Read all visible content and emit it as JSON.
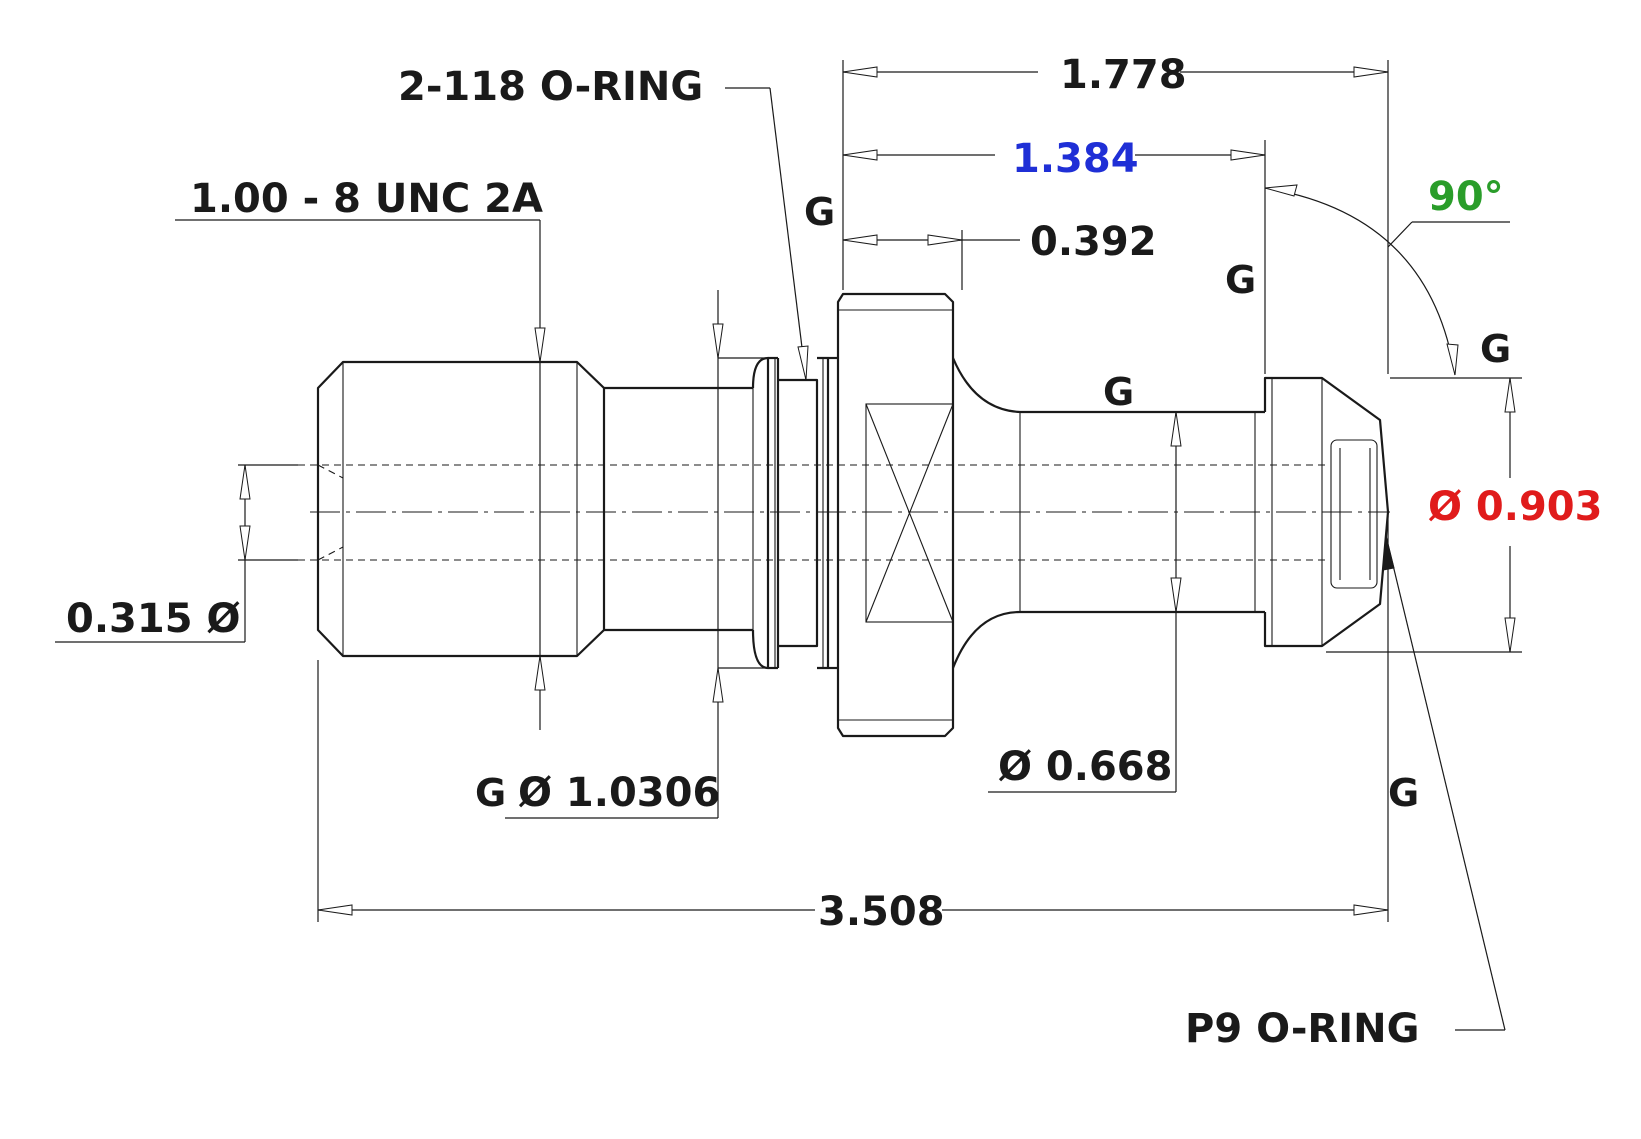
{
  "colors": {
    "line": "#1a1a1a",
    "blue": "#1f2fd6",
    "green": "#2a9d2a",
    "red": "#e01b1b"
  },
  "labels": {
    "o_ring_2_118": "2-118 O-RING",
    "thread": "1.00 - 8 UNC 2A",
    "dim_1_778": "1.778",
    "dim_1_384": "1.384",
    "angle_90": "90°",
    "dim_0_392": "0.392",
    "dim_0_315": "0.315 Ø",
    "dia_0_903": "Ø 0.903",
    "dia_0_668": "Ø 0.668",
    "dia_1_0306": "Ø 1.0306",
    "dim_3_508": "3.508",
    "p9_o_ring": "P9 O-RING",
    "g_flag": "G"
  }
}
